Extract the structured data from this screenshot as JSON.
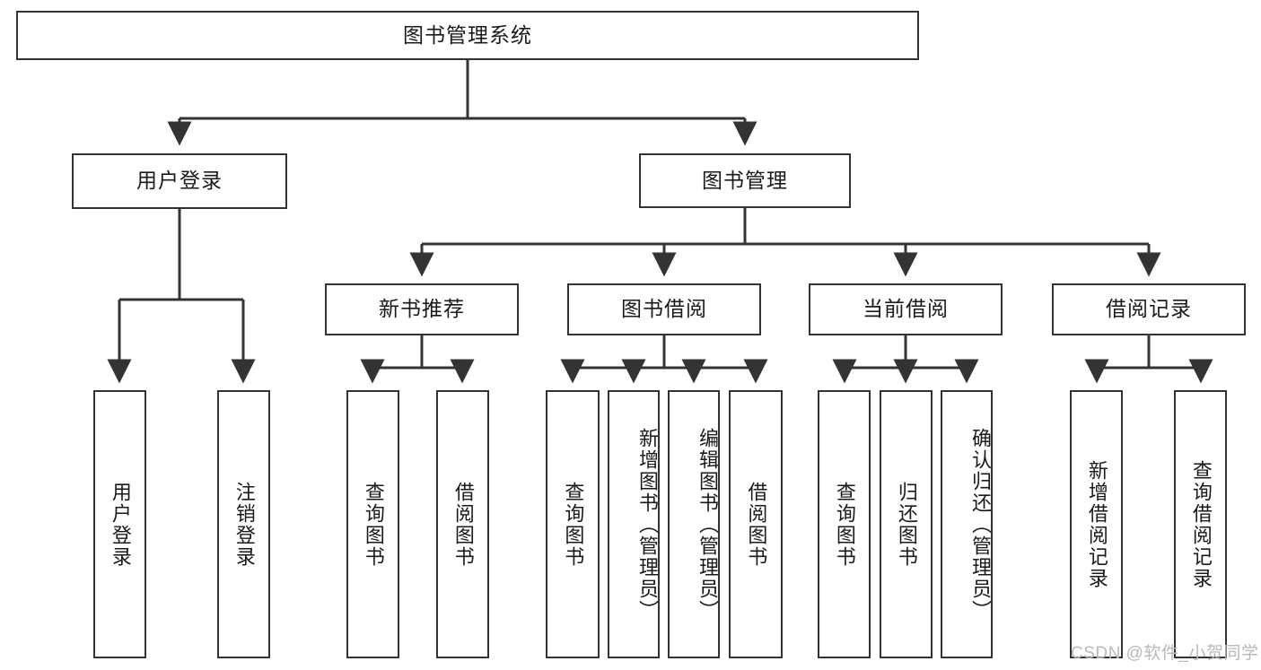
{
  "diagram": {
    "title": "图书管理系统",
    "type": "tree-hierarchy",
    "root": {
      "label": "图书管理系统"
    },
    "level2": [
      {
        "label": "用户登录"
      },
      {
        "label": "图书管理"
      }
    ],
    "level3": [
      {
        "label": "新书推荐"
      },
      {
        "label": "图书借阅"
      },
      {
        "label": "当前借阅"
      },
      {
        "label": "借阅记录"
      }
    ],
    "leaves": {
      "user_login": [
        {
          "label": "用户登录"
        },
        {
          "label": "注销登录"
        }
      ],
      "new_book_recommend": [
        {
          "label": "查询图书"
        },
        {
          "label": "借阅图书"
        }
      ],
      "book_borrow": [
        {
          "label": "查询图书"
        },
        {
          "label": "新增图书（管理员）"
        },
        {
          "label": "编辑图书（管理员）"
        },
        {
          "label": "借阅图书"
        }
      ],
      "current_borrow": [
        {
          "label": "查询图书"
        },
        {
          "label": "归还图书"
        },
        {
          "label": "确认归还（管理员）"
        }
      ],
      "borrow_records": [
        {
          "label": "新增借阅记录"
        },
        {
          "label": "查询借阅记录"
        }
      ]
    }
  },
  "watermark": {
    "text": "CSDN @软件_小贺同学"
  },
  "colors": {
    "border": "#333333",
    "text": "#1a1a1a",
    "background": "#ffffff",
    "watermark": "#b9b9b9"
  }
}
